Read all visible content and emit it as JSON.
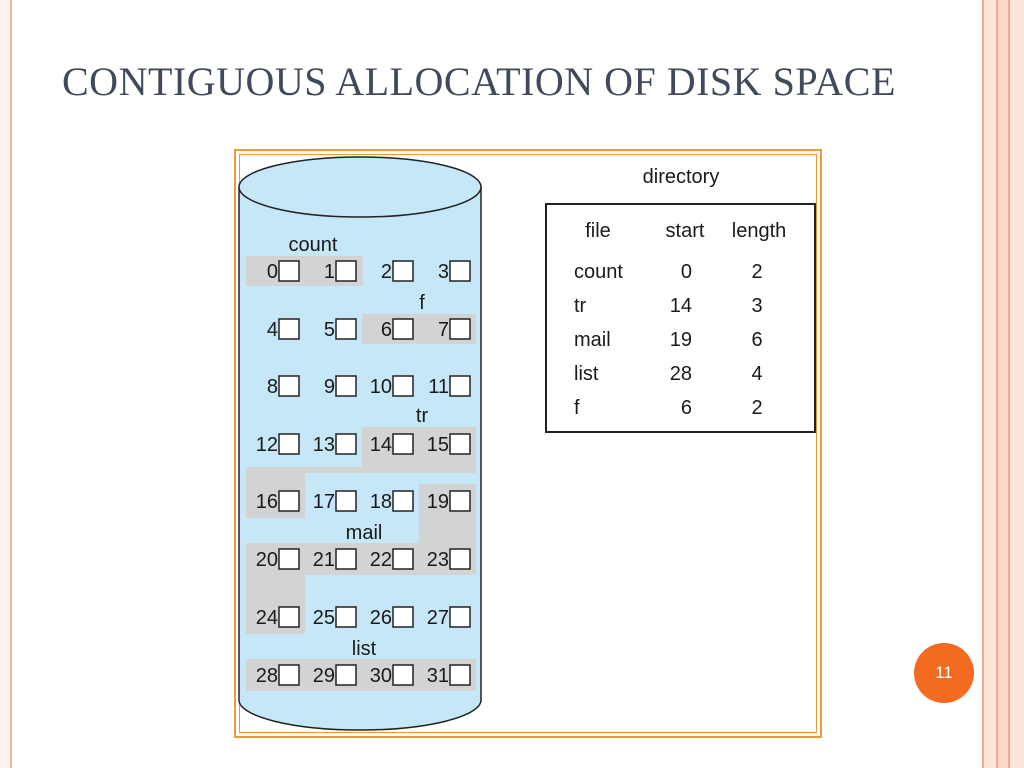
{
  "title": "CONTIGUOUS ALLOCATION OF DISK SPACE",
  "page_number": "11",
  "colors": {
    "accent": "#f26b21",
    "frame": "#e89a3c",
    "disk_fill": "#c5e7f7",
    "allocated_highlight": "#d3d3d3"
  },
  "disk": {
    "blocks": [
      "0",
      "1",
      "2",
      "3",
      "4",
      "5",
      "6",
      "7",
      "8",
      "9",
      "10",
      "11",
      "12",
      "13",
      "14",
      "15",
      "16",
      "17",
      "18",
      "19",
      "20",
      "21",
      "22",
      "23",
      "24",
      "25",
      "26",
      "27",
      "28",
      "29",
      "30",
      "31"
    ],
    "file_labels": [
      {
        "name": "count"
      },
      {
        "name": "f"
      },
      {
        "name": "tr"
      },
      {
        "name": "mail"
      },
      {
        "name": "list"
      }
    ]
  },
  "directory": {
    "title": "directory",
    "columns": [
      "file",
      "start",
      "length"
    ],
    "rows": [
      {
        "file": "count",
        "start": "0",
        "length": "2"
      },
      {
        "file": "tr",
        "start": "14",
        "length": "3"
      },
      {
        "file": "mail",
        "start": "19",
        "length": "6"
      },
      {
        "file": "list",
        "start": "28",
        "length": "4"
      },
      {
        "file": "f",
        "start": "6",
        "length": "2"
      }
    ]
  }
}
